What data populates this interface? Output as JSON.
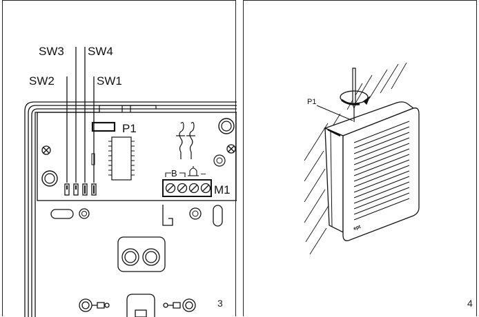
{
  "left_panel": {
    "switch_labels": {
      "sw1": "SW1",
      "sw2": "SW2",
      "sw3": "SW3",
      "sw4": "SW4"
    },
    "p1_label": "P1",
    "m1_label": "M1",
    "terminal_labels": {
      "b": "B",
      "minus": "–"
    },
    "page_number": "3"
  },
  "right_panel": {
    "p1_label": "P1",
    "brand_mark": "ept",
    "page_number": "4"
  }
}
